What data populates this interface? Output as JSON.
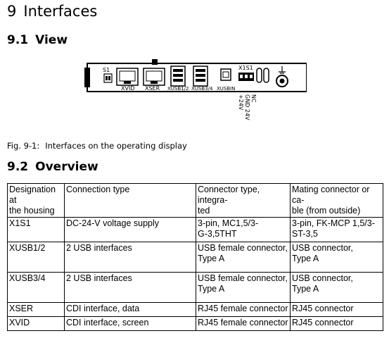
{
  "section": {
    "number": "9",
    "title": "Interfaces"
  },
  "view": {
    "number": "9.1",
    "title": "View"
  },
  "figure": {
    "caption_label": "Fig. 9-1:",
    "caption_text": "Interfaces on the operating display",
    "labels": {
      "s1": "S1",
      "xvid": "XVID",
      "xser": "XSER",
      "xusb12": "XUSB1/2",
      "xusb34": "XUSB3/4",
      "xusbin": "XUSBIN",
      "x1s1": "X1S1",
      "nc": "NC",
      "gnd": "GND 24V",
      "plus24": "+24V"
    }
  },
  "overview": {
    "number": "9.2",
    "title": "Overview"
  },
  "table": {
    "headers": [
      [
        "Designation at",
        "the housing"
      ],
      [
        "Connection type",
        ""
      ],
      [
        "Connector type, integra-",
        "ted"
      ],
      [
        "Mating connector or ca-",
        "ble (from outside)"
      ]
    ],
    "rows": [
      [
        [
          "X1S1",
          ""
        ],
        [
          "DC-24-V voltage supply",
          ""
        ],
        [
          "3-pin, MC1,5/3-",
          "G-3,5THT"
        ],
        [
          "3-pin, FK-MCP 1,5/3-",
          "ST-3,5"
        ]
      ],
      [
        [
          "XUSB1/2",
          ""
        ],
        [
          "2 USB interfaces",
          ""
        ],
        [
          "USB female connector,",
          "Type A"
        ],
        [
          "USB connector,",
          "Type A"
        ]
      ],
      [
        [
          "XUSB3/4",
          ""
        ],
        [
          "2 USB interfaces",
          ""
        ],
        [
          "USB female connector,",
          "Type A"
        ],
        [
          "USB connector,",
          "Type A"
        ]
      ],
      [
        [
          "XSER"
        ],
        [
          "CDI interface, data"
        ],
        [
          "RJ45 female connector"
        ],
        [
          "RJ45 connector"
        ]
      ],
      [
        [
          "XVID"
        ],
        [
          "CDI interface, screen"
        ],
        [
          "RJ45 female connector"
        ],
        [
          "RJ45 connector"
        ]
      ]
    ]
  }
}
